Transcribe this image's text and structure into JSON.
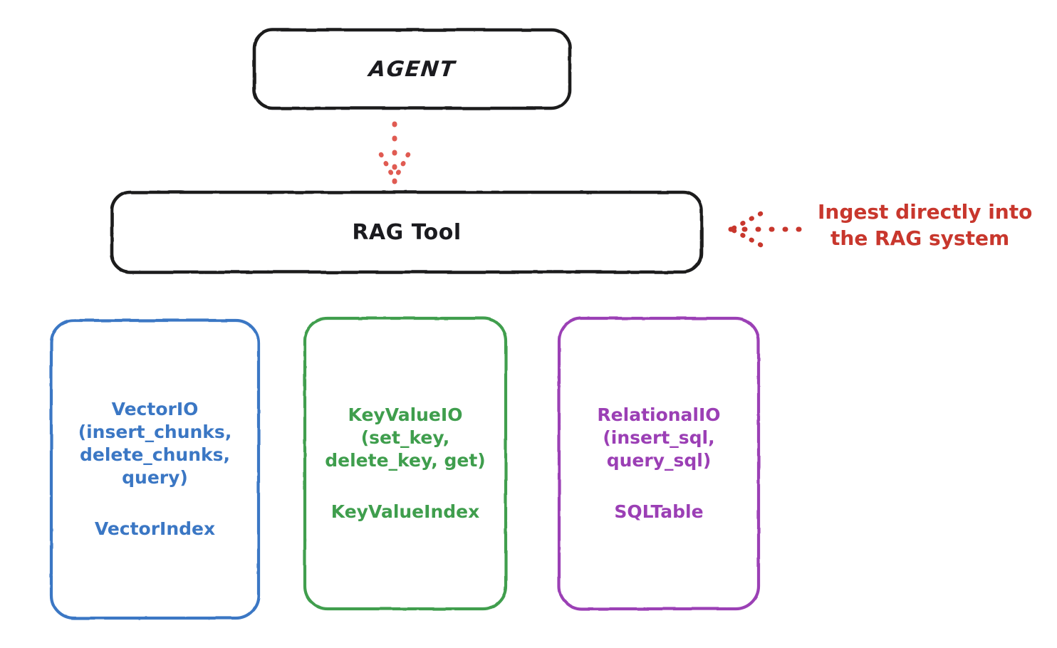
{
  "diagram": {
    "title_node": {
      "label": "AGENT"
    },
    "tool_node": {
      "label": "RAG Tool"
    },
    "annotation": {
      "line1": "Ingest directly into",
      "line2": "the RAG system",
      "color": "#c8372d"
    },
    "colors": {
      "outline_black": "#1b1b1f",
      "blue": "#3b77c4",
      "green": "#3f9e4d",
      "purple": "#9b3fb5",
      "red": "#c8372d",
      "background": "#ffffff"
    },
    "edges": [
      {
        "name": "agent-to-ragtool",
        "style": "dotted",
        "color": "#e05b52",
        "direction": "down"
      },
      {
        "name": "ingest-to-ragtool",
        "style": "dotted",
        "color": "#c8372d",
        "direction": "left"
      }
    ],
    "boxes": [
      {
        "key": "vector",
        "color": "#3b77c4",
        "title": "VectorIO\n(insert_chunks,\ndelete_chunks,\nquery)",
        "subtitle": "VectorIndex"
      },
      {
        "key": "keyvalue",
        "color": "#3f9e4d",
        "title": "KeyValueIO\n(set_key,\ndelete_key, get)",
        "subtitle": "KeyValueIndex"
      },
      {
        "key": "relational",
        "color": "#9b3fb5",
        "title": "RelationalIO\n(insert_sql,\nquery_sql)",
        "subtitle": "SQLTable"
      }
    ]
  }
}
